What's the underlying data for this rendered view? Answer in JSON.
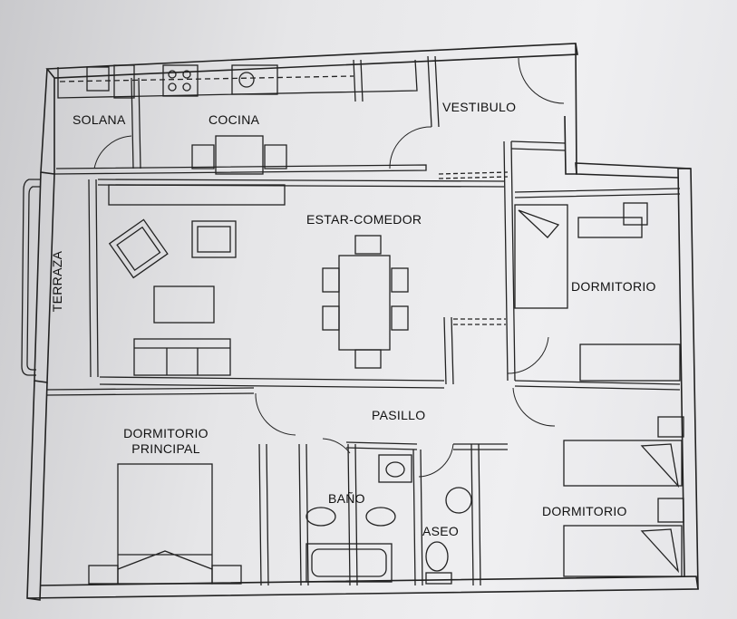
{
  "plan": {
    "rooms": {
      "solana": "SOLANA",
      "cocina": "COCINA",
      "vestibulo": "VESTIBULO",
      "estar_comedor": "ESTAR-COMEDOR",
      "terraza": "TERRAZA",
      "dormitorio_1": "DORMITORIO",
      "pasillo": "PASILLO",
      "dormitorio_principal_1": "DORMITORIO",
      "dormitorio_principal_2": "PRINCIPAL",
      "bano": "BAÑO",
      "aseo": "ASEO",
      "dormitorio_2": "DORMITORIO"
    }
  }
}
